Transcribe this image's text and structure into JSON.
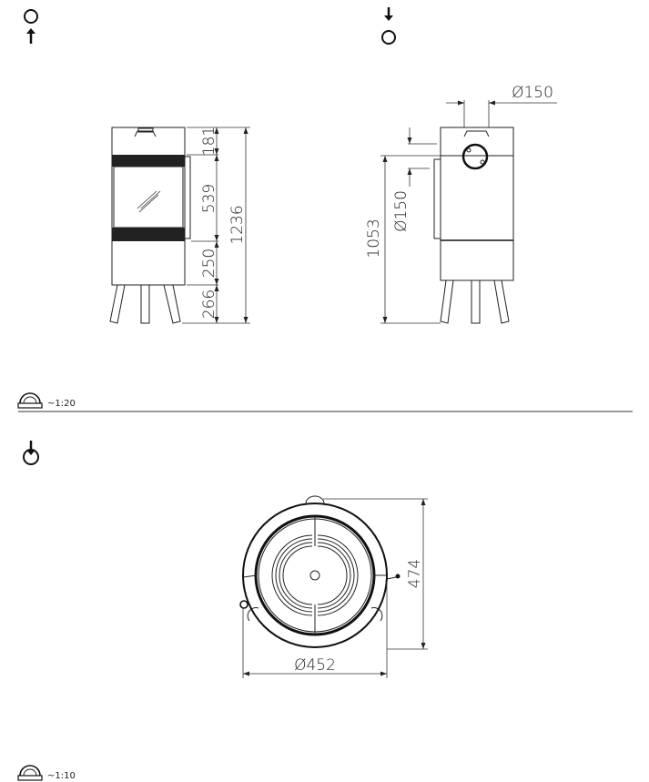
{
  "views": {
    "front": {
      "dims": {
        "top": "181",
        "door": "539",
        "lower": "250",
        "legs": "266",
        "total": "1236"
      }
    },
    "side": {
      "dims": {
        "flue_top": "Ø150",
        "flue_rear": "Ø150",
        "rear_height": "1053"
      }
    },
    "top": {
      "dims": {
        "depth": "474",
        "diameter": "Ø452"
      }
    }
  },
  "scales": {
    "elevation": "~1:20",
    "plan": "~1:10"
  },
  "icons": [
    "flue-top-outlet-icon",
    "flue-rear-outlet-icon",
    "top-view-icon",
    "scale-ruler-icon"
  ]
}
